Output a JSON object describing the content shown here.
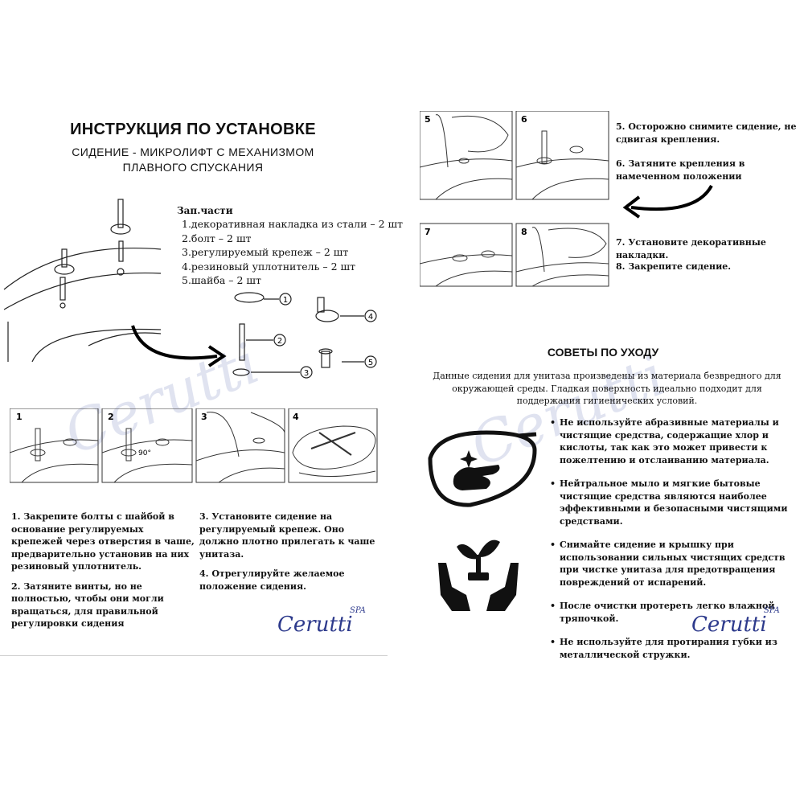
{
  "left_page": {
    "title": "ИНСТРУКЦИЯ ПО УСТАНОВКЕ",
    "subtitle_line1": "СИДЕНИЕ - МИКРОЛИФТ С МЕХАНИЗМОМ",
    "subtitle_line2": "ПЛАВНОГО СПУСКАНИЯ",
    "parts_heading": "Зап.части",
    "parts": [
      "1.декоративная накладка из стали – 2 шт",
      "2.болт – 2 шт",
      "3.регулируемый крепеж – 2 шт",
      "4.резиновый уплотнитель – 2 шт",
      "5.шайба – 2 шт"
    ],
    "callouts": [
      "1",
      "2",
      "3",
      "4",
      "5"
    ],
    "step_panels": [
      "1",
      "2",
      "3",
      "4"
    ],
    "angle_label": "90°",
    "steps_col1": [
      "1.   Закрепите болты с шайбой в основание регулируемых крепежей через отверстия в чаше, предварительно установив на них резиновый уплотнитель.",
      "2.   Затяните винты, но не полностью, чтобы они могли вращаться, для правильной регулировки сидения"
    ],
    "steps_col2": [
      "3. Установите сидение на регулируемый крепеж. Оно должно плотно прилегать к чаше унитаза.",
      "4. Отрегулируйте желаемое положение сидения."
    ]
  },
  "right_page": {
    "step_panels": [
      "5",
      "6",
      "7",
      "8"
    ],
    "steps": [
      "5. Осторожно снимите сидение, не сдвигая крепления.",
      "6. Затяните крепления в намеченном положении",
      "7. Установите декоративные накладки.",
      "8. Закрепите сидение."
    ],
    "care_title": "СОВЕТЫ ПО УХОДУ",
    "care_intro": "Данные сидения для унитаза произведены из материала безвредного для окружающей среды. Гладкая поверхность идеально подходит для поддержания гигиенических условий.",
    "tips": [
      "Не используйте абразивные материалы и чистящие средства, содержащие хлор и кислоты, так как это может привести к пожелтению и отслаиванию материала.",
      "Нейтральное мыло и мягкие бытовые чистящие средства являются наиболее эффективными и безопасными чистящими средствами.",
      "Снимайте сидение и крышку при использовании сильных чистящих средств при чистке унитаза для предотвращения повреждений от испарений.",
      "После очистки протереть легко влажной тряпочкой.",
      "Не используйте для протирания губки из металлической стружки."
    ],
    "bullet": "•"
  },
  "brand": {
    "name": "Cerutti",
    "suffix": "SPA",
    "color": "#2d3a8c",
    "watermark_color": "#c7cde4"
  },
  "icons": [
    "toilet-seat-cleaning-icon",
    "hands-sprout-eco-icon",
    "curved-arrow-icon"
  ]
}
